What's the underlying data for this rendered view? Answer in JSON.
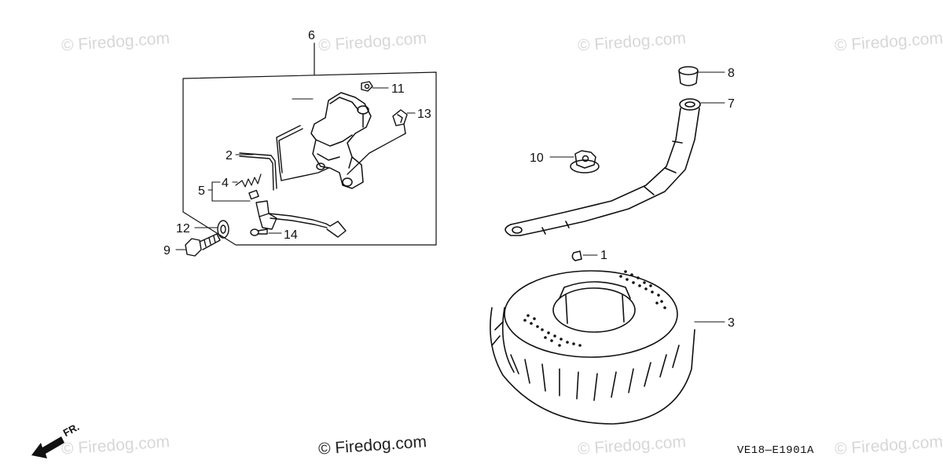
{
  "watermark": "© Firedog.com",
  "code": "VE18—E1901A",
  "front_label": "FR.",
  "parts": {
    "p1": "1",
    "p2": "2",
    "p3": "3",
    "p4": "4",
    "p5": "5",
    "p6": "6",
    "p7": "7",
    "p8": "8",
    "p9": "9",
    "p10": "10",
    "p11": "11",
    "p12": "12",
    "p13": "13",
    "p14": "14"
  }
}
